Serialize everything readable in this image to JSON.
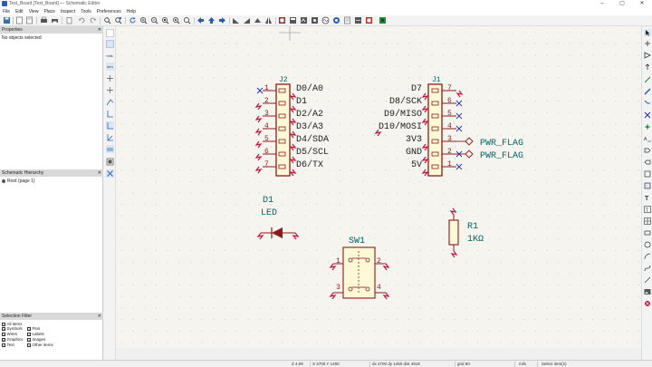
{
  "window": {
    "title": "Test_Board [Test_Board] — Schematic Editor",
    "controls": [
      "–",
      "▢",
      "✕"
    ]
  },
  "menu": [
    "File",
    "Edit",
    "View",
    "Place",
    "Inspect",
    "Tools",
    "Preferences",
    "Help"
  ],
  "properties": {
    "title": "Properties",
    "empty": "No objects selected"
  },
  "hierarchy": {
    "title": "Schematic Hierarchy",
    "root": "Root (page 1)"
  },
  "selection_filter": {
    "title": "Selection Filter",
    "items": [
      {
        "label": "All items",
        "checked": true
      },
      {
        "label": "Pins",
        "checked": true
      },
      {
        "label": "Symbols",
        "checked": true
      },
      {
        "label": "Labels",
        "checked": true
      },
      {
        "label": "Wires",
        "checked": true
      },
      {
        "label": "Images",
        "checked": true
      },
      {
        "label": "Graphics",
        "checked": true
      },
      {
        "label": "Other items",
        "checked": true
      },
      {
        "label": "Text",
        "checked": true
      }
    ]
  },
  "schematic": {
    "j2": {
      "ref": "J2",
      "pins": [
        "1",
        "2",
        "3",
        "4",
        "5",
        "6",
        "7"
      ],
      "nets": [
        "D0/A0",
        "D1",
        "D2/A2",
        "D3/A3",
        "D4/SDA",
        "D5/SCL",
        "D6/TX"
      ]
    },
    "j1": {
      "ref": "J1",
      "pins": [
        "7",
        "6",
        "5",
        "4",
        "3",
        "2",
        "1"
      ],
      "nets": [
        "D7",
        "D8/SCK",
        "D9/MISO",
        "D10/MOSI",
        "3V3",
        "GND",
        "5V"
      ]
    },
    "pwr_flags": [
      "PWR_FLAG",
      "PWR_FLAG"
    ],
    "d1": {
      "ref": "D1",
      "value": "LED"
    },
    "r1": {
      "ref": "R1",
      "value": "1KΩ"
    },
    "sw1": {
      "ref": "SW1",
      "pins": [
        "1",
        "2",
        "3",
        "4"
      ]
    }
  },
  "status": {
    "zoom": "Z 4.09",
    "cursor": "X 4700 Y 1450",
    "delta": "dx 4700 dy 1450 dist 4919",
    "grid": "grid 50",
    "units": "mils",
    "mode": "Select item(s)"
  }
}
